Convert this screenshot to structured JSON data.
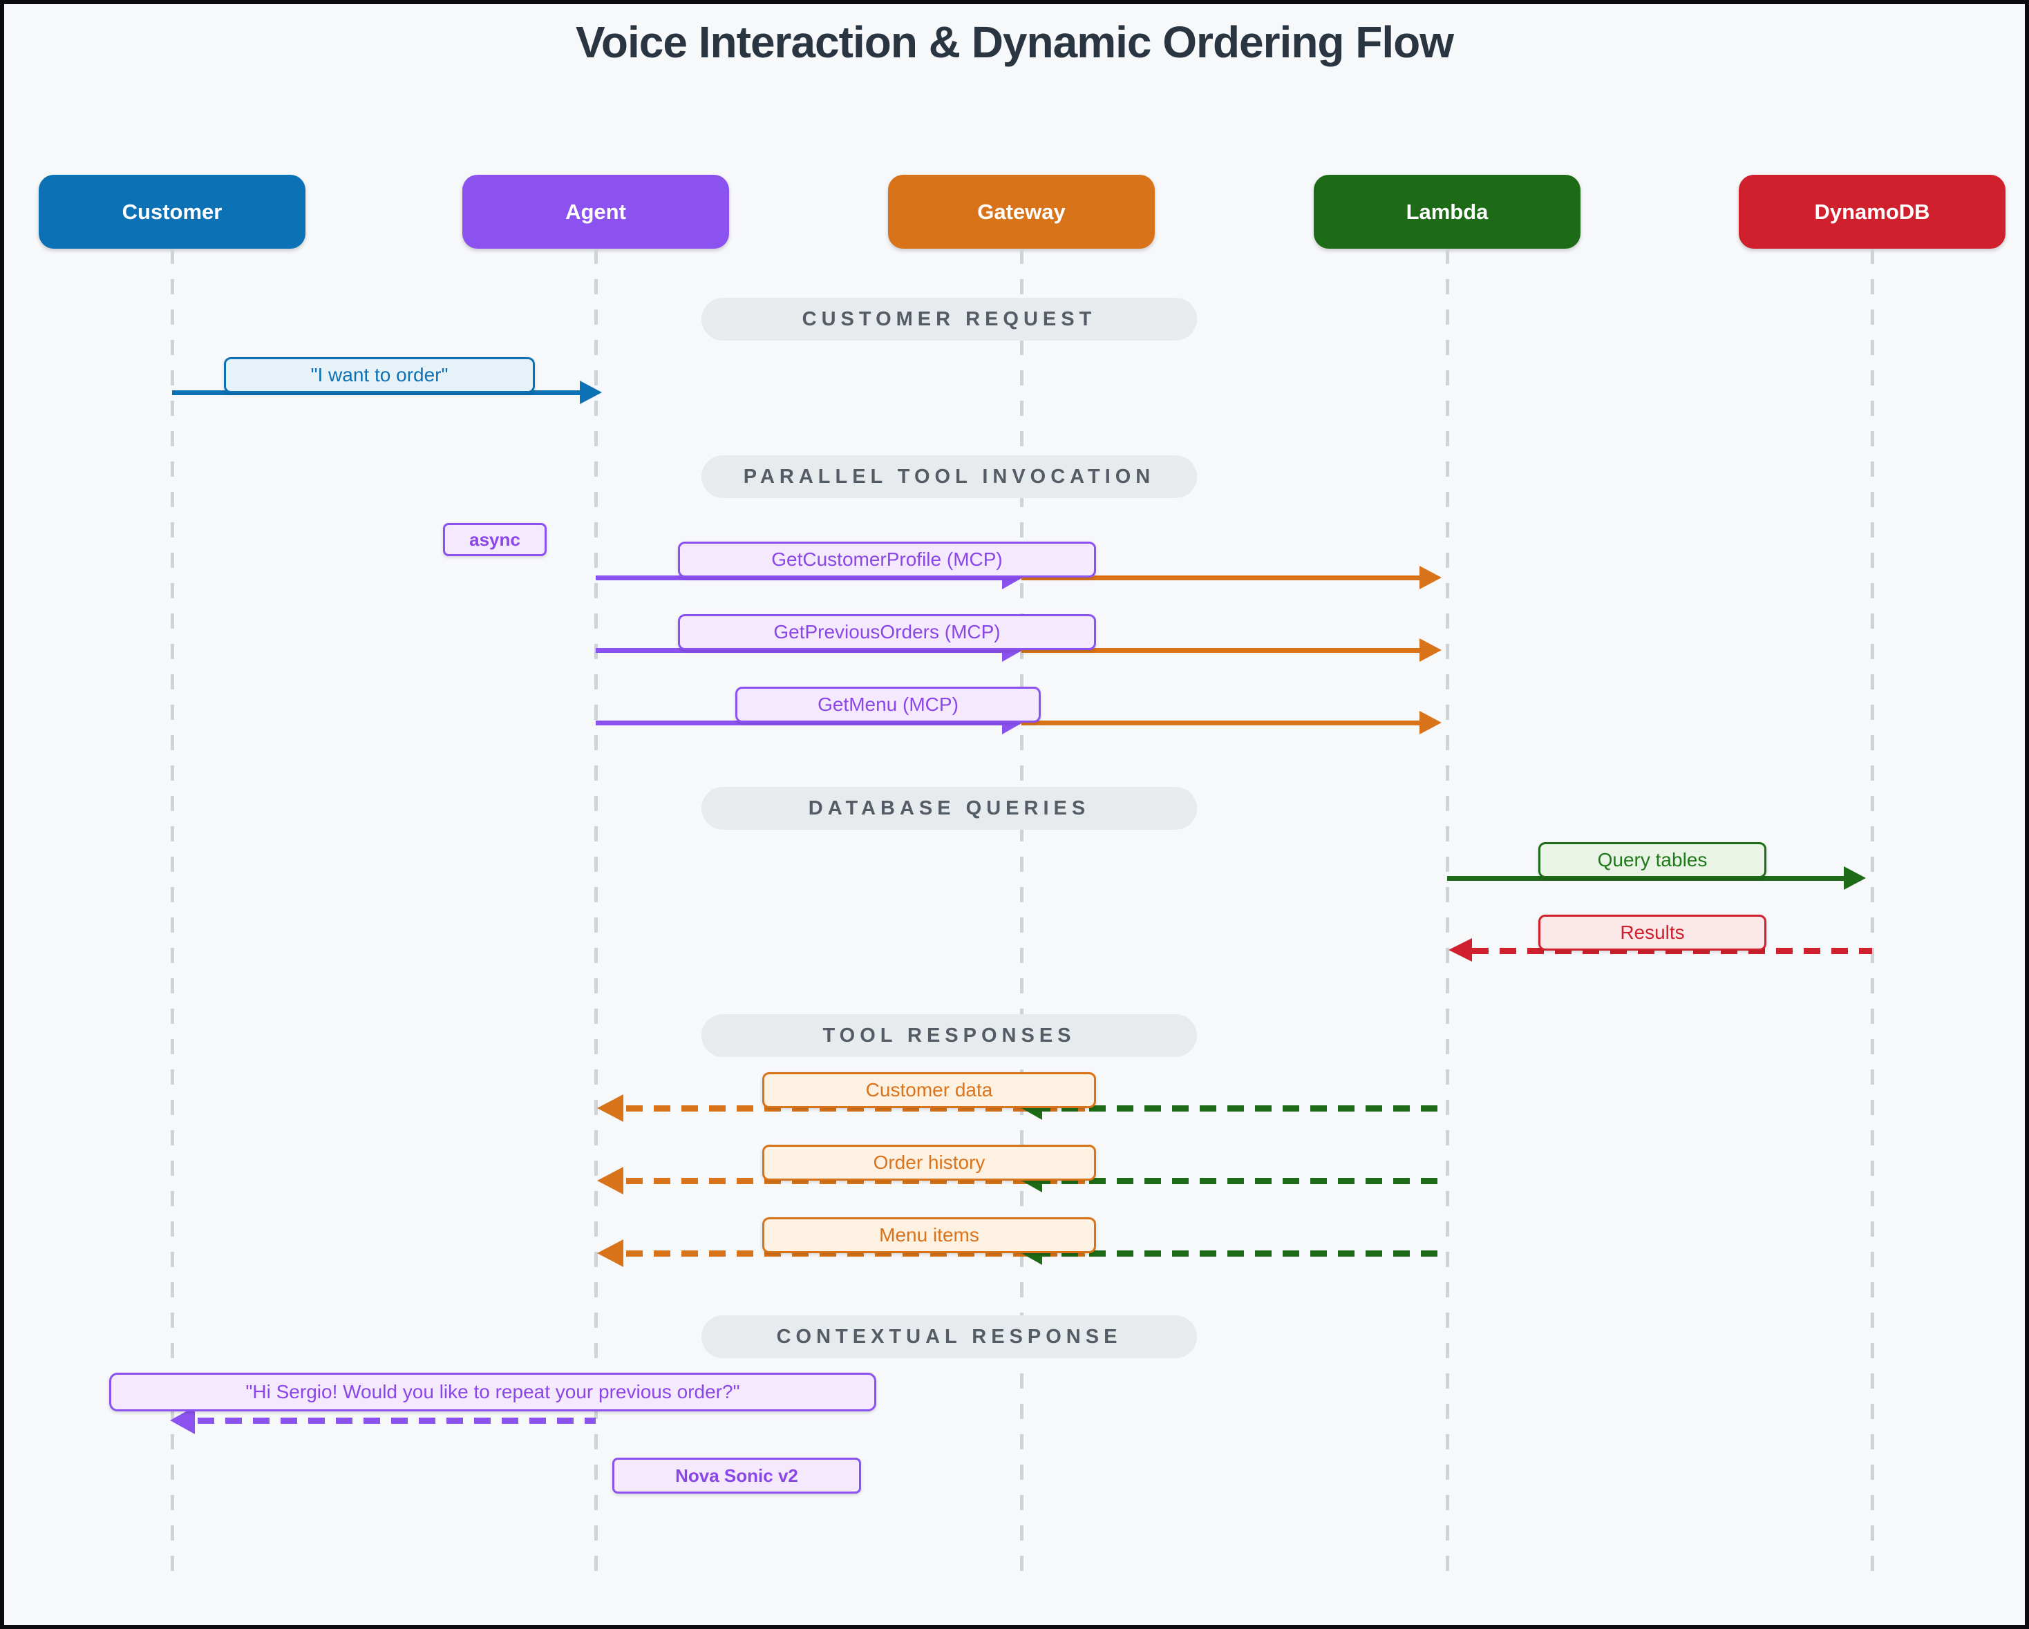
{
  "title": "Voice Interaction & Dynamic Ordering Flow",
  "actors": [
    {
      "label": "Customer",
      "color": "#0d72b5"
    },
    {
      "label": "Agent",
      "color": "#8c52f0"
    },
    {
      "label": "Gateway",
      "color": "#d9731a"
    },
    {
      "label": "Lambda",
      "color": "#1e6b17"
    },
    {
      "label": "DynamoDB",
      "color": "#d0202d"
    }
  ],
  "sections": {
    "customer_request": "CUSTOMER REQUEST",
    "parallel_tool_invocation": "PARALLEL TOOL INVOCATION",
    "database_queries": "DATABASE QUERIES",
    "tool_responses": "TOOL RESPONSES",
    "contextual_response": "CONTEXTUAL RESPONSE"
  },
  "messages": {
    "want_to_order": {
      "label": "\"I want to order\"",
      "from": "Customer",
      "to": "Agent",
      "line": "solid"
    },
    "async_note": {
      "label": "async"
    },
    "get_customer_profile": {
      "label": "GetCustomerProfile (MCP)",
      "from": "Agent",
      "to": "Lambda",
      "line": "solid"
    },
    "get_previous_orders": {
      "label": "GetPreviousOrders (MCP)",
      "from": "Agent",
      "to": "Lambda",
      "line": "solid"
    },
    "get_menu": {
      "label": "GetMenu (MCP)",
      "from": "Agent",
      "to": "Lambda",
      "line": "solid"
    },
    "query_tables": {
      "label": "Query tables",
      "from": "Lambda",
      "to": "DynamoDB",
      "line": "solid"
    },
    "results": {
      "label": "Results",
      "from": "DynamoDB",
      "to": "Lambda",
      "line": "dashed"
    },
    "customer_data": {
      "label": "Customer data",
      "from": "Lambda",
      "to": "Agent",
      "line": "dashed"
    },
    "order_history": {
      "label": "Order history",
      "from": "Lambda",
      "to": "Agent",
      "line": "dashed"
    },
    "menu_items": {
      "label": "Menu items",
      "from": "Lambda",
      "to": "Agent",
      "line": "dashed"
    },
    "greeting_reply": {
      "label": "\"Hi Sergio! Would you like to repeat your previous order?\"",
      "from": "Agent",
      "to": "Customer",
      "line": "dashed"
    },
    "nova_note": {
      "label": "Nova Sonic v2"
    }
  },
  "colors": {
    "background": "#f7f8fa",
    "border": "#0c0c0e",
    "section_band": "#e8ebed",
    "section_text": "#545c66",
    "lifeline": "#ced3d7",
    "blue": "#0d72b5",
    "purple": "#8c52f0",
    "orange": "#d9731a",
    "green": "#1e6b17",
    "red": "#d0202d"
  }
}
